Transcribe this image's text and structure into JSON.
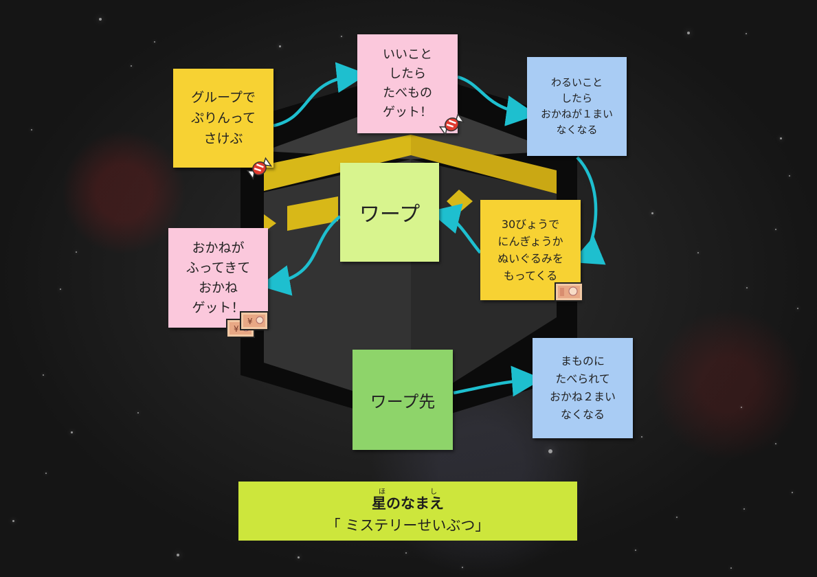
{
  "stars": [
    [
      144,
      26,
      4
    ],
    [
      190,
      95,
      2
    ],
    [
      406,
      66,
      3
    ],
    [
      496,
      52,
      2
    ],
    [
      1000,
      46,
      4
    ],
    [
      1085,
      48,
      2
    ],
    [
      45,
      188,
      2
    ],
    [
      224,
      60,
      2
    ],
    [
      1135,
      200,
      3
    ],
    [
      1148,
      255,
      2
    ],
    [
      948,
      309,
      3
    ],
    [
      1128,
      333,
      2
    ],
    [
      110,
      366,
      2
    ],
    [
      87,
      420,
      2
    ],
    [
      1015,
      367,
      2
    ],
    [
      1086,
      418,
      2
    ],
    [
      1160,
      448,
      2
    ],
    [
      62,
      545,
      2
    ],
    [
      200,
      600,
      2
    ],
    [
      103,
      628,
      3
    ],
    [
      798,
      654,
      6
    ],
    [
      933,
      635,
      2
    ],
    [
      1078,
      592,
      2
    ],
    [
      1128,
      645,
      2
    ],
    [
      66,
      688,
      2
    ],
    [
      18,
      757,
      3
    ],
    [
      257,
      806,
      4
    ],
    [
      433,
      810,
      3
    ],
    [
      672,
      825,
      2
    ],
    [
      924,
      800,
      2
    ],
    [
      984,
      752,
      2
    ],
    [
      1082,
      740,
      2
    ],
    [
      1152,
      716,
      2
    ],
    [
      590,
      804,
      2
    ],
    [
      1063,
      826,
      2
    ]
  ],
  "diagram": {
    "notes": {
      "group_shout": "グループで\nぷりんって\nさけぶ",
      "good_deed": "いいこと\nしたら\nたべもの\nゲット！",
      "bad_deed": "わるいこと\nしたら\nおかねが１まい\nなくなる",
      "warp": "ワープ",
      "plush": "30びょうで\nにんぎょうか\nぬいぐるみを\nもってくる",
      "money_rain": "おかねが\nふってきて\nおかね\nゲット！",
      "warp_destination": "ワープ先",
      "monster": "まものに\nたべられて\nおかね２まい\nなくなる"
    },
    "colors": {
      "yellow_note": "#f7d233",
      "pink_note": "#fbc8dc",
      "blue_note": "#a9ccf4",
      "lime_note": "#d8f48e",
      "green_note": "#8ed46a",
      "arrow": "#1ebfcf",
      "gold_band": "#d8b818",
      "name_banner": "#cde63c"
    },
    "icons": [
      "candy-icon",
      "candy-icon",
      "banknote-icon",
      "banknote-icon",
      "banknote-icon"
    ]
  },
  "star_name": {
    "heading": "星のなまえ",
    "ruby": "ほし",
    "value": "「 ミステリーせいぶつ」"
  }
}
